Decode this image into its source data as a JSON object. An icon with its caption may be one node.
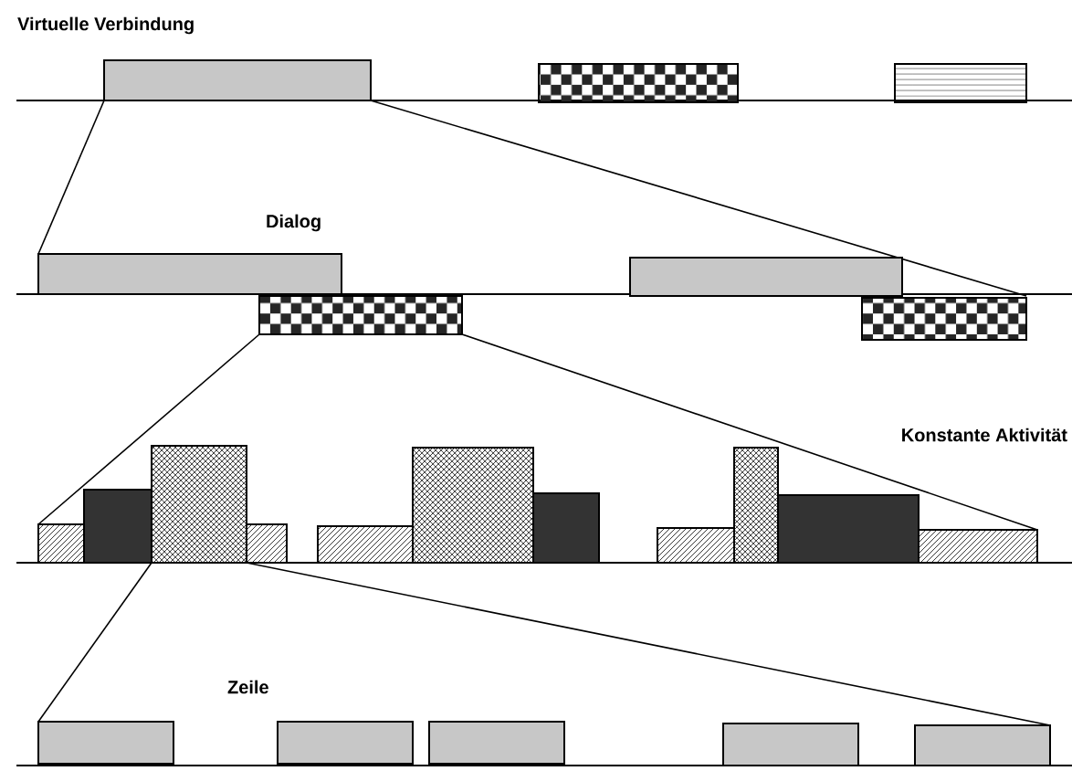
{
  "diagram": {
    "labels": [
      "Virtuelle Verbindung",
      "Dialog",
      "Konstante Aktivität",
      "Zeile"
    ]
  }
}
